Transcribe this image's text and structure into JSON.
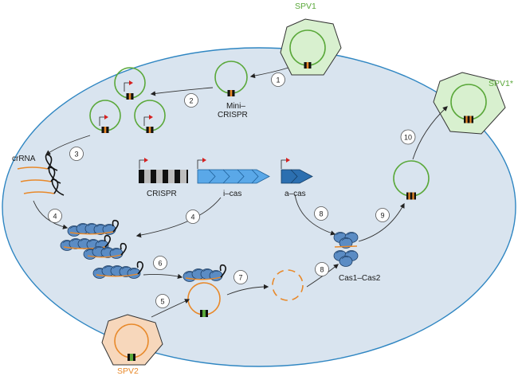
{
  "labels": {
    "spv1": "SPV1",
    "spv1_star": "SPV1*",
    "spv2": "SPV2",
    "mini_crispr_1": "Mini–",
    "mini_crispr_2": "CRISPR",
    "crrna": "crRNA",
    "crispr": "CRISPR",
    "i_cas": "i–cas",
    "a_cas": "a–cas",
    "cas1_cas2": "Cas1–Cas2"
  },
  "steps": [
    "1",
    "2",
    "3",
    "4",
    "4",
    "5",
    "6",
    "7",
    "8",
    "8",
    "9",
    "10"
  ],
  "colors": {
    "cell_fill": "#d9e4ef",
    "cell_stroke": "#2f86c2",
    "spv1": "#5aa83a",
    "spv1_capsid": "#d8f0cf",
    "spv2": "#e8892a",
    "spv2_capsid": "#f7d7bb",
    "cas_protein": "#5b8cc4",
    "i_cas_gene": "#5aa8e8",
    "a_cas_gene": "#2c6fb0",
    "promoter_flag": "#d62020"
  }
}
